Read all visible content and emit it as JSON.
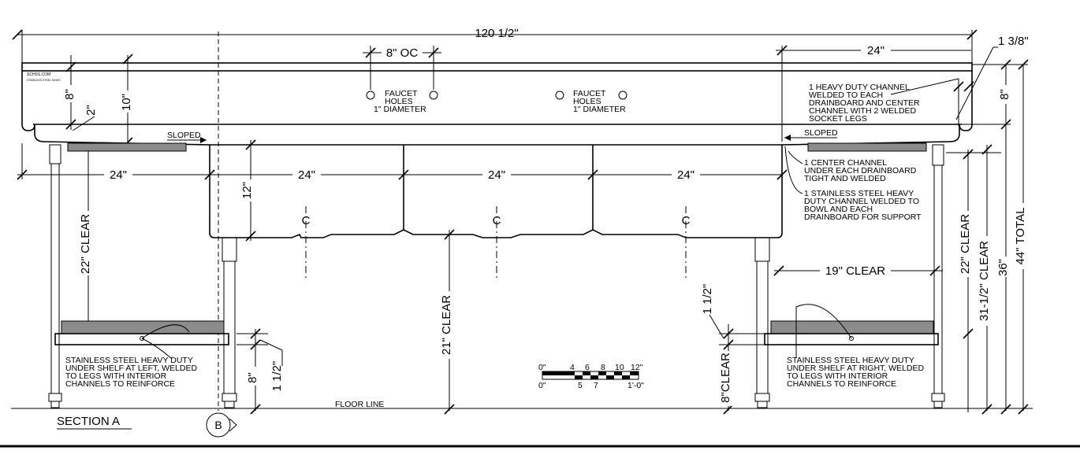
{
  "dimensions": {
    "overall_length": "120 1/2\"",
    "faucet_oc": "8\" OC",
    "right_drainboard_top": "24\"",
    "edge": "1 3/8\"",
    "backsplash_8": "8\"",
    "backsplash_10": "10\"",
    "backsplash_2": "2\"",
    "right_backsplash_8": "8\"",
    "left_drainboard": "24\"",
    "bowl_1": "24\"",
    "bowl_2": "24\"",
    "bowl_3": "24\"",
    "bowl_depth": "12\"",
    "left_clear": "22\" CLEAR",
    "center_clear": "21\" CLEAR",
    "right_clear_22": "22\" CLEAR",
    "right_clear_31": "31-1/2\" CLEAR",
    "height_36": "36\"",
    "total_44": "44\" TOTAL",
    "right_19_clear": "19\" CLEAR",
    "shelf_thick_right": "1 1/2\"",
    "shelf_clear_right": "8\"CLEAR",
    "shelf_8_left": "8\"",
    "shelf_thick_left": "1 1/2\""
  },
  "labels": {
    "sloped_left": "SLOPED",
    "sloped_right": "SLOPED",
    "floor_line": "FLOOR LINE",
    "section": "SECTION A",
    "callout": "B",
    "centerline": "C",
    "logo_line1": "SCHSS.COM",
    "logo_line2": "STAINLESS STEEL SINKS"
  },
  "notes": {
    "faucet_left": [
      "FAUCET",
      "HOLES",
      "1\" DIAMETER"
    ],
    "faucet_right": [
      "FAUCET",
      "HOLES",
      "1\" DIAMETER"
    ],
    "channel_top": [
      "1 HEAVY DUTY CHANNEL",
      "WELDED TO EACH",
      "DRAINBOARD AND CENTER",
      "CHANNEL WITH 2 WELDED",
      "SOCKET LEGS"
    ],
    "center_channel": [
      "1 CENTER CHANNEL",
      "UNDER EACH DRAINBOARD",
      "TIGHT AND WELDED"
    ],
    "ss_channel": [
      "1 STAINLESS STEEL HEAVY",
      "DUTY CHANNEL WELDED TO",
      "BOWL AND EACH",
      "DRAINBOARD FOR SUPPORT"
    ],
    "shelf_left": [
      "STAINLESS STEEL HEAVY DUTY",
      "UNDER SHELF AT LEFT, WELDED",
      "TO LEGS WITH INTERIOR",
      "CHANNELS TO REINFORCE"
    ],
    "shelf_right": [
      "STAINLESS STEEL HEAVY DUTY",
      "UNDER SHELF AT RIGHT, WELDED",
      "TO LEGS WITH INTERIOR",
      "CHANNELS TO REINFORCE"
    ]
  },
  "scale_bar": {
    "top_labels": [
      "0\"",
      "4",
      "6",
      "8",
      "10",
      "12\""
    ],
    "bottom_labels": [
      "0\"",
      "5",
      "7",
      "1'-0\""
    ]
  }
}
